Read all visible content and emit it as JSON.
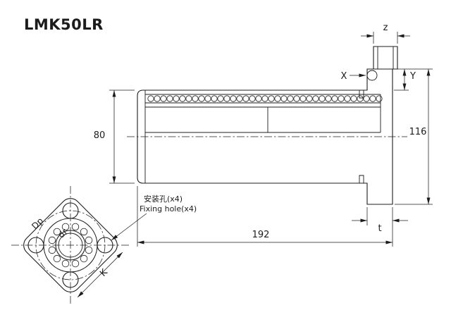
{
  "title": "LMK50LR",
  "side_view": {
    "dim_body_od": "80",
    "dim_flange_od": "116",
    "dim_length": "192",
    "dim_flange_thickness": "t",
    "dim_z": "z",
    "dim_x": "X",
    "dim_y": "Y"
  },
  "front_view": {
    "label_pitch_diameter": "Dp",
    "label_bore_diameter": "dr",
    "label_flange_width": "K"
  },
  "notes": {
    "fixing_hole_cn": "安装孔(x4)",
    "fixing_hole_en": "Fixing hole(x4)"
  },
  "colors": {
    "line": "#1c1c1c",
    "background": "#ffffff"
  }
}
